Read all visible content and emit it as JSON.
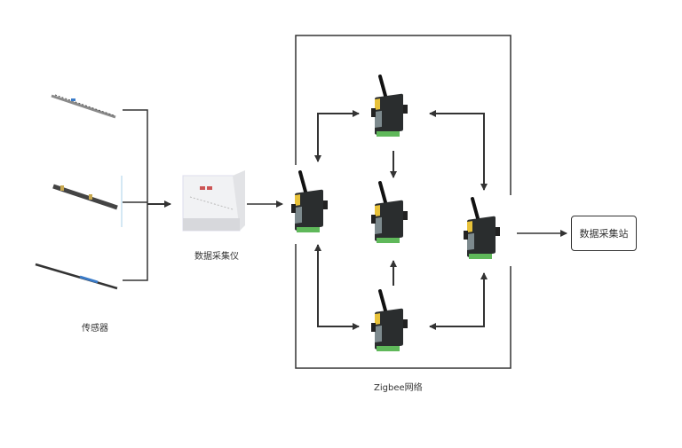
{
  "labels": {
    "sensors": "传感器",
    "collector": "数据采集仪",
    "network": "Zigbee网络",
    "station": "数据采集站"
  },
  "nodes": {
    "sensors": [
      "sensor-probe-1",
      "sensor-probe-2",
      "sensor-probe-3"
    ],
    "collector": "data-collector-device",
    "zigbee_modules": [
      "zigbee-module-left",
      "zigbee-module-top",
      "zigbee-module-center",
      "zigbee-module-right",
      "zigbee-module-bottom"
    ]
  },
  "colors": {
    "line": "#333333",
    "module_body": "#2a2d2e",
    "module_label": "#e8c23a",
    "terminal": "#5fb85a"
  }
}
